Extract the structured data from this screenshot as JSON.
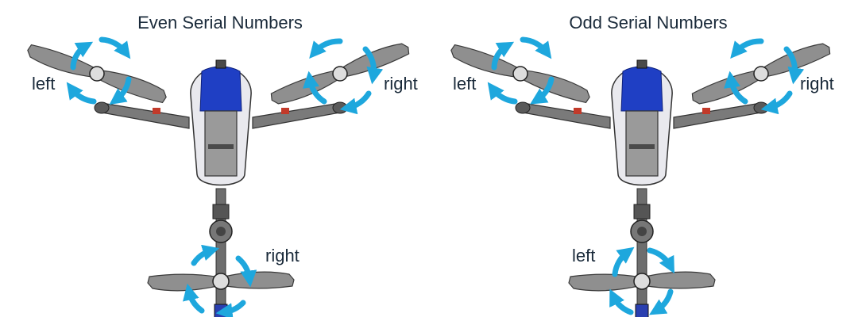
{
  "panels": [
    {
      "title": "Even Serial Numbers",
      "labels": {
        "left_rotor": "left",
        "right_rotor": "right",
        "tail_rotor": "right"
      }
    },
    {
      "title": "Odd Serial Numbers",
      "labels": {
        "left_rotor": "left",
        "right_rotor": "right",
        "tail_rotor": "left"
      }
    }
  ],
  "colors": {
    "arrow": "#1ea7dd",
    "body_blue": "#1f3fc4",
    "frame_gray": "#8a8a8a",
    "dark_gray": "#4a4a4a",
    "text": "#1a2a3a"
  }
}
